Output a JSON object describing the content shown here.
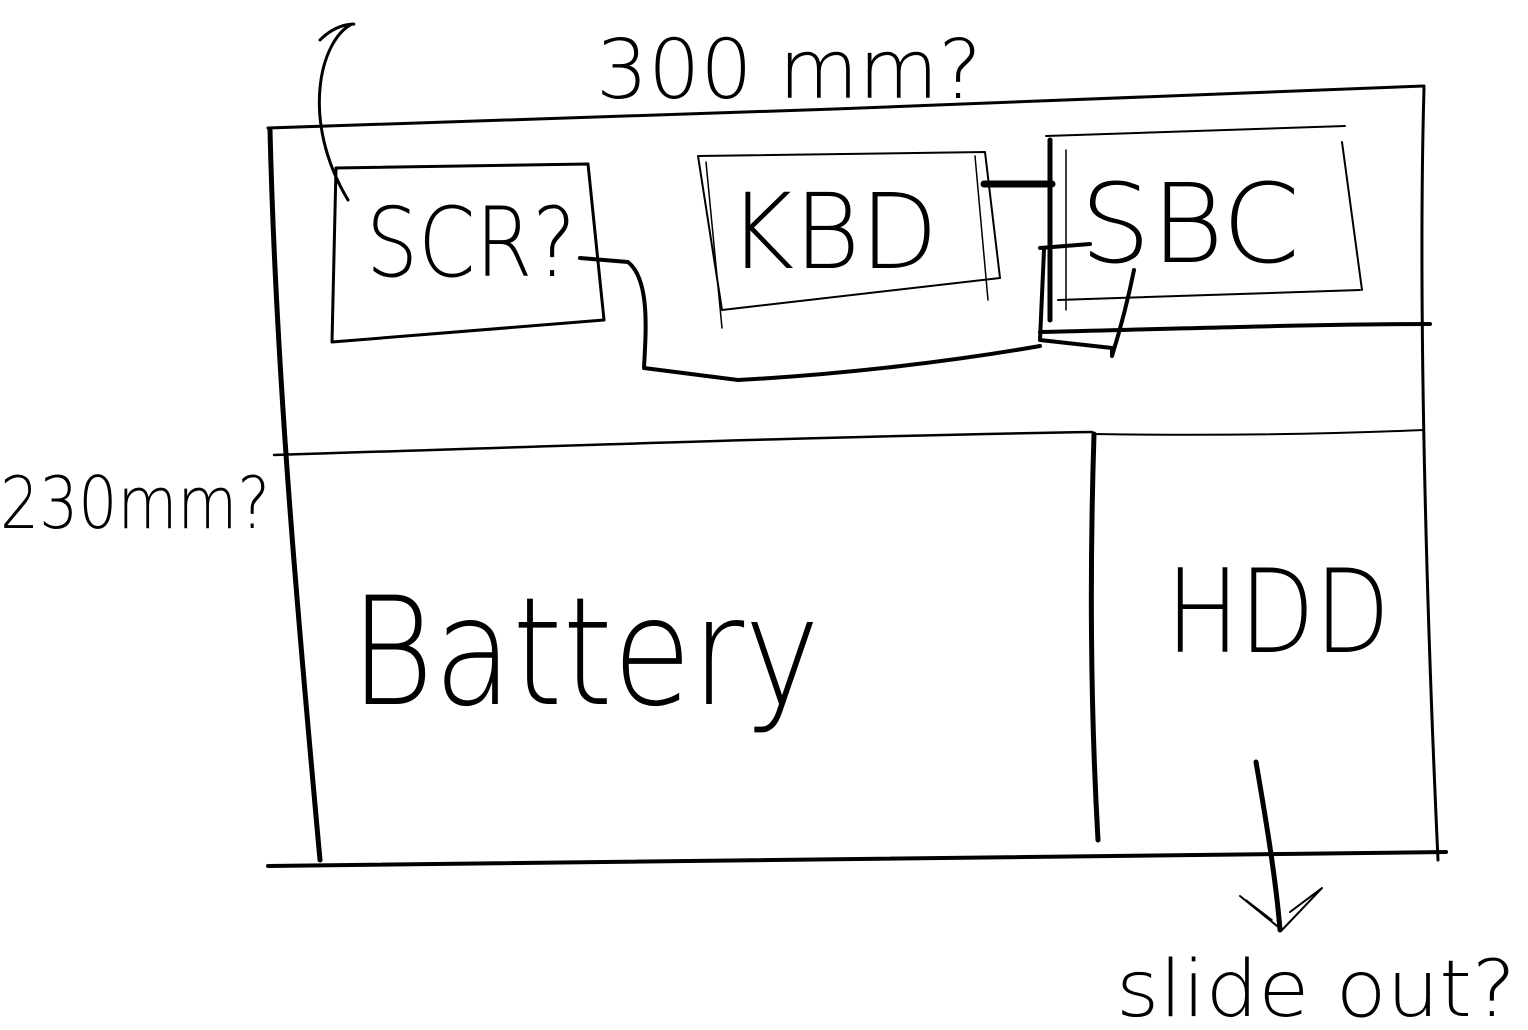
{
  "diagram": {
    "ink_color": "#000000",
    "background_color": "#ffffff",
    "dimensions": {
      "width_label": "300 mm?",
      "height_label": "230mm?"
    },
    "components": {
      "screen": "SCR?",
      "keyboard": "KBD",
      "sbc": "SBC",
      "battery": "Battery",
      "hdd": "HDD"
    },
    "annotations": {
      "hdd_note": "slide out?"
    }
  }
}
